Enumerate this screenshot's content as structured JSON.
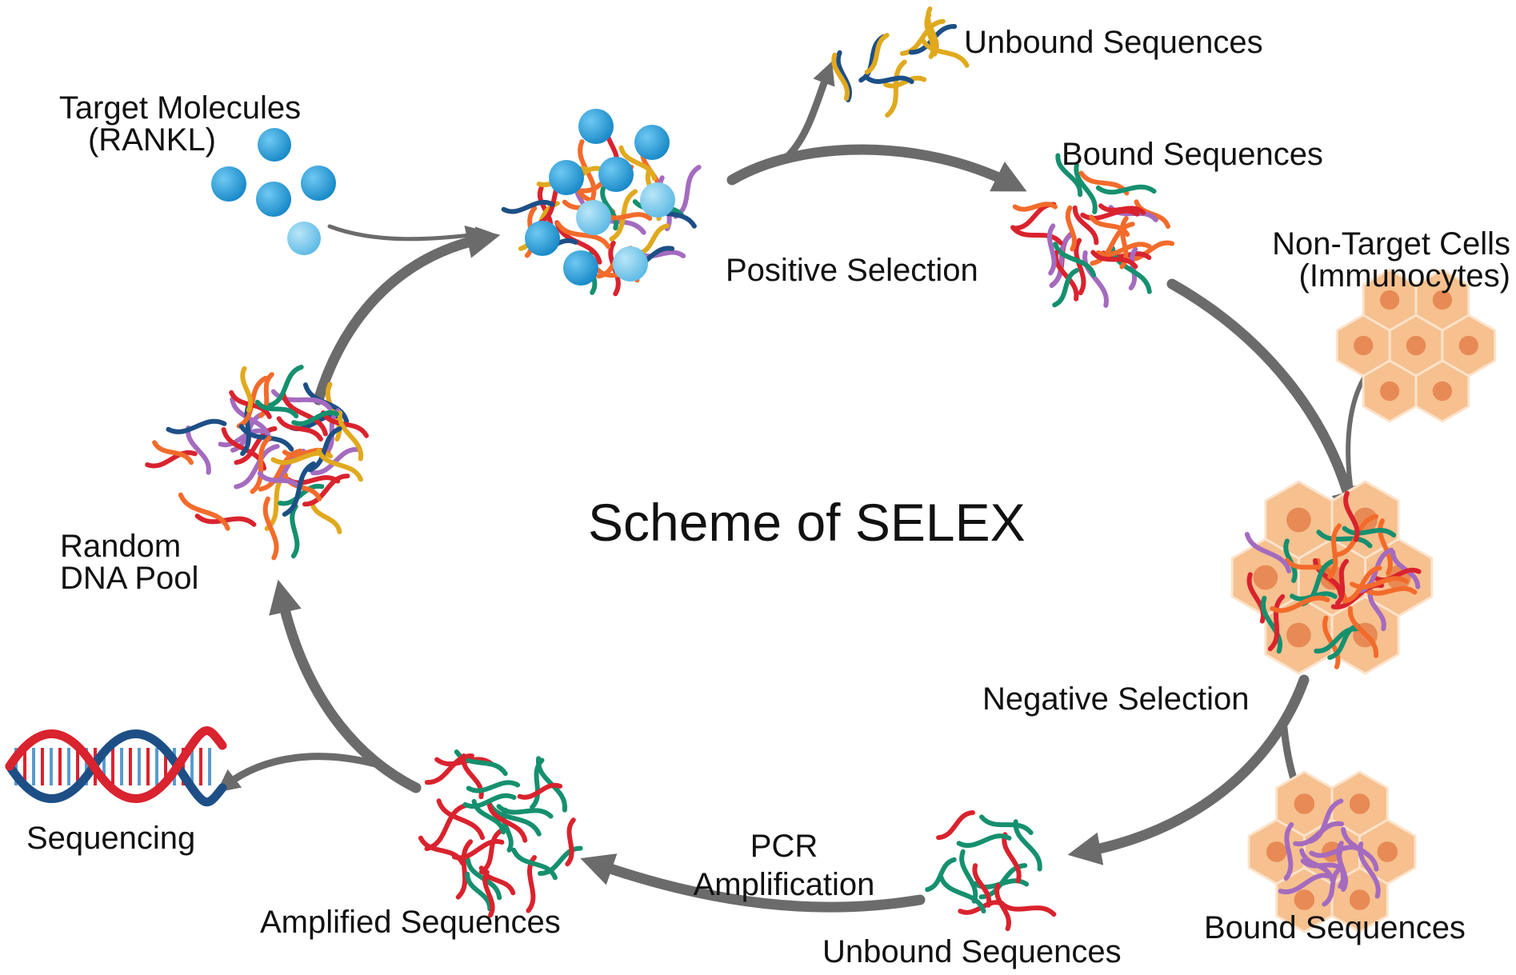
{
  "title": "Scheme of SELEX",
  "labels": {
    "target_line1": "Target Molecules",
    "target_line2": "(RANKL)",
    "unbound_top": "Unbound Sequences",
    "bound_top": "Bound Sequences",
    "positive_selection": "Positive Selection",
    "nontarget_line1": "Non-Target Cells",
    "nontarget_line2": "(Immunocytes)",
    "negative_selection": "Negative Selection",
    "bound_bottom": "Bound Sequences",
    "unbound_bottom": "Unbound Sequences",
    "pcr_line1": "PCR",
    "pcr_line2": "Amplification",
    "amplified": "Amplified Sequences",
    "sequencing": "Sequencing",
    "random_line1": "Random",
    "random_line2": "DNA Pool"
  },
  "colors": {
    "arrow": "#6b6b6b",
    "molecule": "#2a9fd8",
    "molecule_light": "#7fcdee",
    "cell_fill": "#f6c08f",
    "cell_nucleus": "#e88a55",
    "strand_red": "#d9232e",
    "strand_orange": "#f26b2b",
    "strand_yellow": "#e0a91e",
    "strand_teal": "#15906f",
    "strand_navy": "#1d4f86",
    "strand_purple": "#a46bbf"
  },
  "icons": [
    "target-molecules-icon",
    "binding-mixture-icon",
    "unbound-strands-icon",
    "bound-strands-icon",
    "immunocyte-cells-icon",
    "cells-with-strands-icon",
    "bound-cells-icon",
    "unbound-strands-bottom-icon",
    "amplified-strands-icon",
    "dna-helix-icon",
    "random-pool-icon"
  ]
}
